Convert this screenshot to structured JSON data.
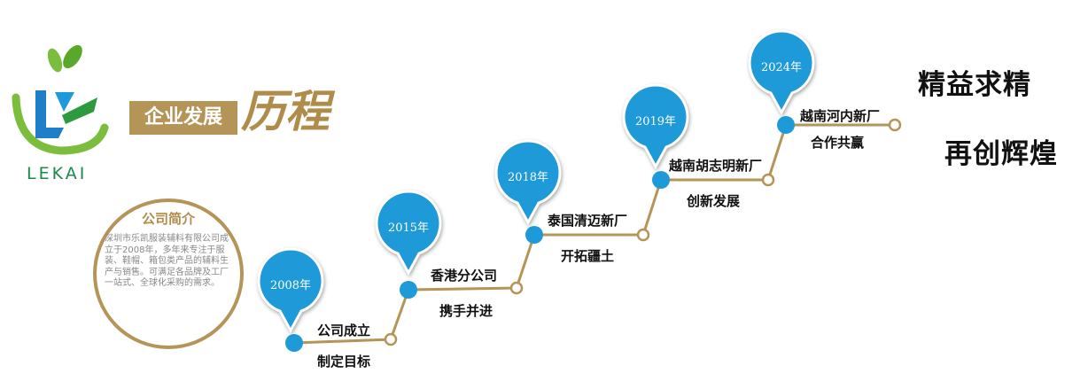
{
  "logo": {
    "text": "LEKAI"
  },
  "header": {
    "title_box": "企业发展",
    "title_script": "历程"
  },
  "intro": {
    "title": "公司简介",
    "body": "深圳市乐凯服装辅料有限公司成立于2008年，多年来专注于服装、鞋帽、箱包类产品的辅料生产与销售。可满足各品牌及工厂一站式、全球化采购的需求。"
  },
  "timeline": [
    {
      "year": "2008年",
      "title": "公司成立",
      "sub": "制定目标"
    },
    {
      "year": "2015年",
      "title": "香港分公司",
      "sub": "携手并进"
    },
    {
      "year": "2018年",
      "title": "泰国清迈新厂",
      "sub": "开拓疆土"
    },
    {
      "year": "2019年",
      "title": "越南胡志明新厂",
      "sub": "创新发展"
    },
    {
      "year": "2024年",
      "title": "越南河内新厂",
      "sub": "合作共赢"
    }
  ],
  "slogans": [
    "精益求精",
    "再创辉煌"
  ],
  "colors": {
    "gold": "#b59457",
    "blue": "#1e9ad8",
    "green": "#2e9a3e"
  }
}
